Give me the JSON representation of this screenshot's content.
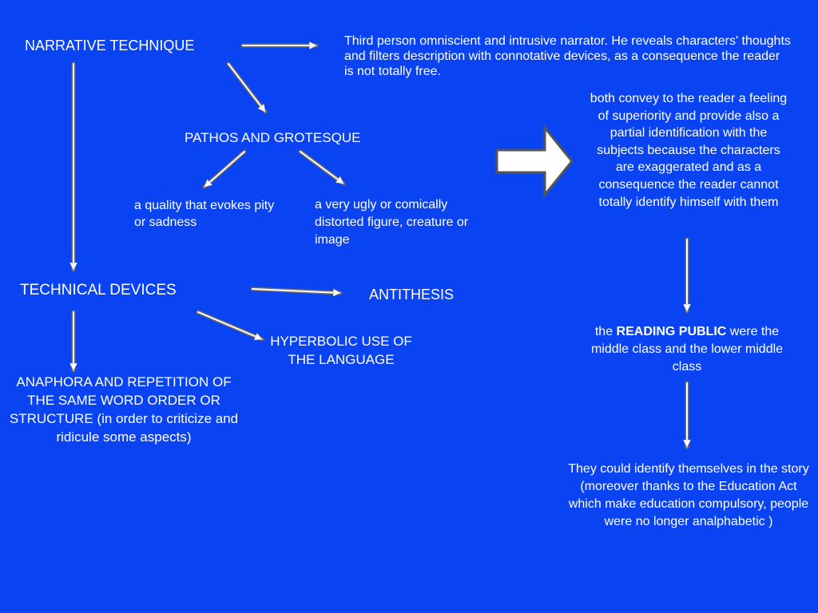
{
  "nodes": {
    "narrative_technique": "NARRATIVE TECHNIQUE",
    "narrator_description": "Third person omniscient and intrusive narrator. He reveals characters' thoughts and filters description with connotative devices, as a consequence the reader is not totally free.",
    "pathos_grotesque": "PATHOS AND GROTESQUE",
    "pathos_definition": "a quality that evokes pity or sadness",
    "grotesque_definition": "a very ugly or comically distorted figure, creature or image",
    "effect_on_reader": "both convey to the reader a feeling of superiority and provide also a partial identification with the subjects because the characters are exaggerated and as a consequence the reader cannot totally identify himself with them",
    "technical_devices": "TECHNICAL DEVICES",
    "antithesis": "ANTITHESIS",
    "hyperbolic_language": "HYPERBOLIC USE OF THE LANGUAGE",
    "anaphora_repetition": "ANAPHORA AND REPETITION OF THE SAME WORD ORDER OR STRUCTURE (in order to criticize and ridicule some aspects)",
    "reading_public_prefix": "the",
    "reading_public_bold": "READING PUBLIC",
    "reading_public_suffix": "were the middle class and the lower middle class",
    "identification": "They could identify themselves in the story (moreover thanks to the Education Act which make education compulsory, people were no longer analphabetic )"
  },
  "colors": {
    "background": "#0a44f2",
    "text": "#ffffff",
    "arrow_stroke": "#6b6b6b"
  }
}
